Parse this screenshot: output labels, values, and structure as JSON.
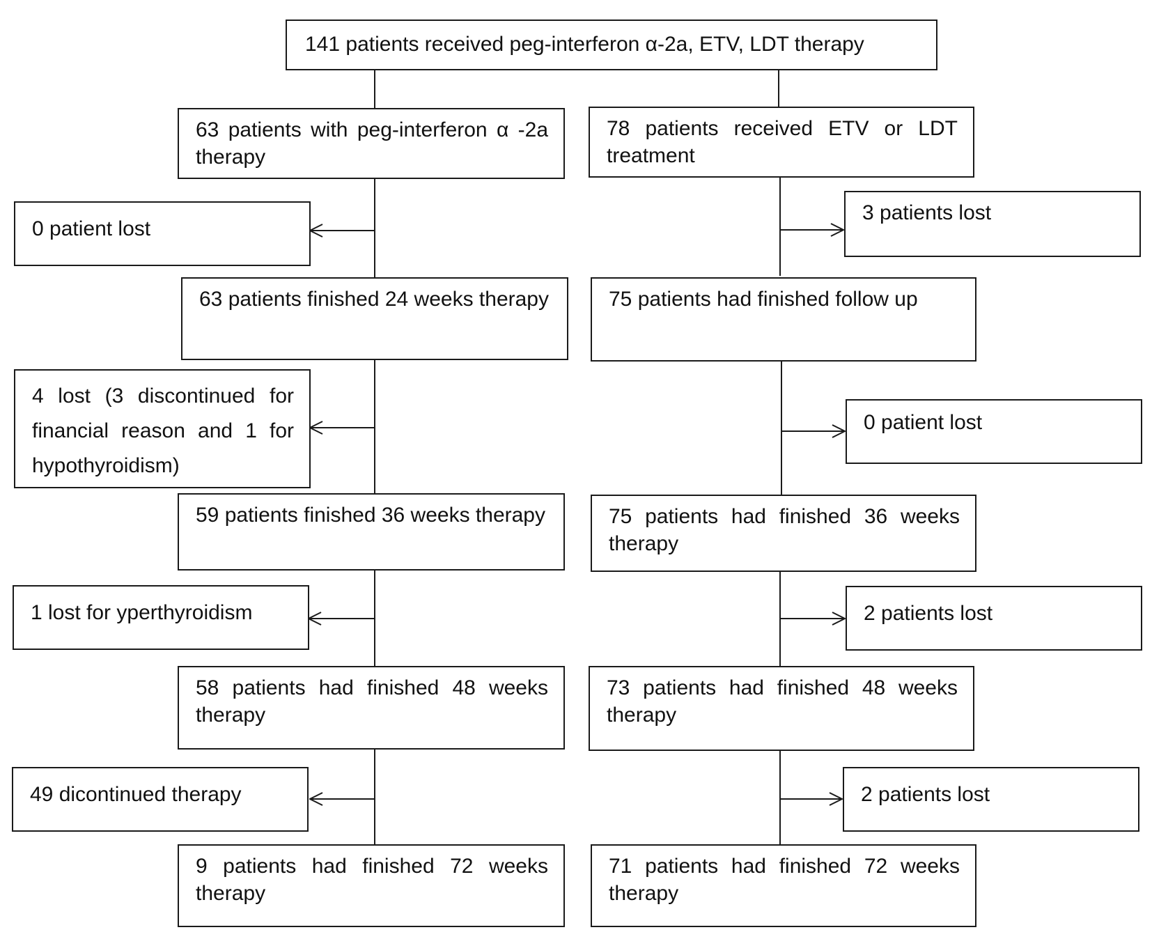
{
  "top": {
    "text": "141 patients received peg-interferon α-2a, ETV, LDT therapy"
  },
  "left": {
    "steps": [
      "63 patients with peg-interferon α -2a therapy",
      "63 patients finished 24 weeks therapy",
      "59 patients finished 36 weeks therapy",
      "58 patients had finished 48 weeks therapy",
      "9 patients had finished 72 weeks therapy"
    ],
    "losses": [
      "0 patient lost",
      "4 lost (3 discontinued for financial reason and 1 for hypothyroidism)",
      "1 lost for yperthyroidism",
      "49 dicontinued therapy"
    ]
  },
  "right": {
    "steps": [
      "78 patients received ETV or LDT treatment",
      "75 patients had finished follow up",
      "75 patients had finished 36 weeks therapy",
      "73 patients had finished 48 weeks therapy",
      "71 patients had finished 72 weeks therapy"
    ],
    "losses": [
      "3 patients lost",
      "0 patient lost",
      "2 patients lost",
      "2 patients lost"
    ]
  },
  "colors": {
    "line": "#1a1a1a",
    "background": "#ffffff",
    "text": "#111111"
  }
}
